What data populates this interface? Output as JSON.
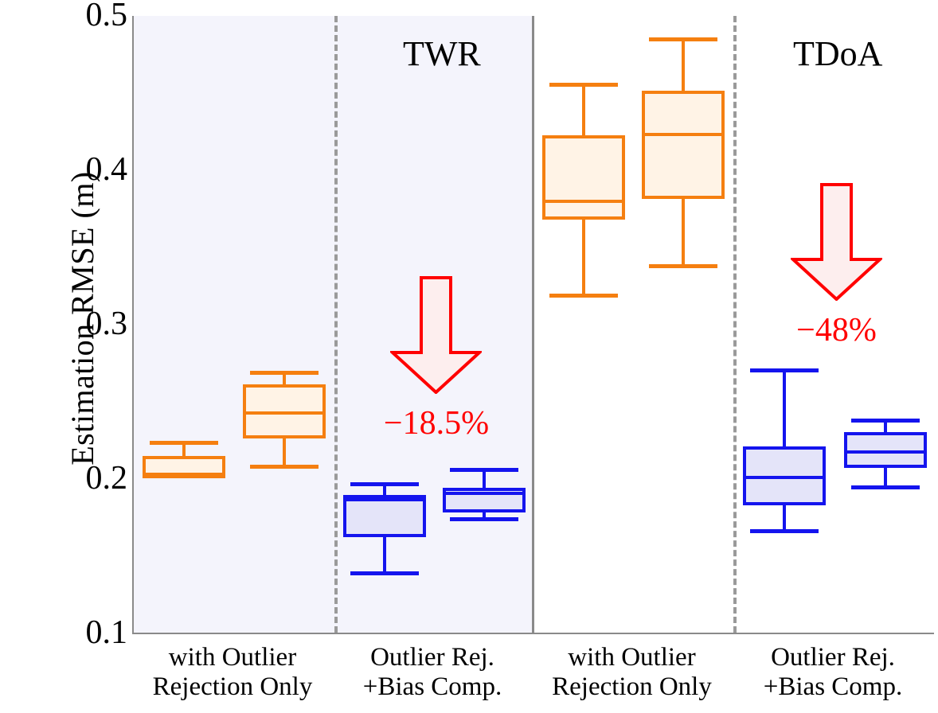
{
  "chart_data": {
    "type": "box",
    "title": "",
    "xlabel": "",
    "ylabel": "Estimation RMSE (m)",
    "ylim": [
      0.1,
      0.5
    ],
    "yticks": [
      "0.5",
      "0.4",
      "0.3",
      "0.2",
      "0.1"
    ],
    "ytick_values": [
      0.5,
      0.4,
      0.3,
      0.2,
      0.1
    ],
    "grid": false,
    "legend": "none",
    "panels": [
      {
        "name": "TWR",
        "label": "TWR",
        "shaded": true,
        "groups": [
          {
            "label_line1": "with Outlier",
            "label_line2": "Rejection Only",
            "boxes": [
              {
                "series": "orange",
                "color": "#f57f10",
                "whisker_low": 0.2095,
                "q1": 0.201,
                "median": 0.2034,
                "q3": 0.2154,
                "whisker_high": 0.224
              },
              {
                "series": "orange",
                "color": "#f57f10",
                "whisker_low": 0.2088,
                "q1": 0.2268,
                "median": 0.2432,
                "q3": 0.2617,
                "whisker_high": 0.2694
              }
            ]
          },
          {
            "label_line1": "Outlier Rej.",
            "label_line2": "+Bias Comp.",
            "boxes": [
              {
                "series": "blue",
                "color": "#1414ee",
                "whisker_low": 0.1397,
                "q1": 0.1628,
                "median": 0.187,
                "q3": 0.19,
                "whisker_high": 0.1973
              },
              {
                "series": "blue",
                "color": "#1414ee",
                "whisker_low": 0.1747,
                "q1": 0.1788,
                "median": 0.1911,
                "q3": 0.1947,
                "whisker_high": 0.2066
              }
            ]
          }
        ],
        "annotation": {
          "arrow": "down-arrow",
          "label": "−18.5%",
          "color": "#ff0000"
        }
      },
      {
        "name": "TDoA",
        "label": "TDoA",
        "shaded": false,
        "groups": [
          {
            "label_line1": "with Outlier",
            "label_line2": "Rejection Only",
            "boxes": [
              {
                "series": "orange",
                "color": "#f57f10",
                "whisker_low": 0.3193,
                "q1": 0.3682,
                "median": 0.38,
                "q3": 0.4228,
                "whisker_high": 0.4557
              },
              {
                "series": "orange",
                "color": "#f57f10",
                "whisker_low": 0.3383,
                "q1": 0.3816,
                "median": 0.4233,
                "q3": 0.4516,
                "whisker_high": 0.4851
              }
            ]
          },
          {
            "label_line1": "Outlier Rej.",
            "label_line2": "+Bias Comp.",
            "boxes": [
              {
                "series": "blue",
                "color": "#1414ee",
                "whisker_low": 0.167,
                "q1": 0.1834,
                "median": 0.2014,
                "q3": 0.2214,
                "whisker_high": 0.2709
              },
              {
                "series": "blue",
                "color": "#1414ee",
                "whisker_low": 0.1952,
                "q1": 0.2076,
                "median": 0.2179,
                "q3": 0.2308,
                "whisker_high": 0.2386
              }
            ]
          }
        ],
        "annotation": {
          "arrow": "down-arrow",
          "label": "−48%",
          "color": "#ff0000"
        }
      }
    ]
  },
  "axis": {
    "y_title": "Estimation RMSE (m)",
    "y_labels": {
      "t0": "0.5",
      "t1": "0.4",
      "t2": "0.3",
      "t3": "0.2",
      "t4": "0.1"
    }
  },
  "panel_labels": {
    "twr": "TWR",
    "tdoa": "TDoA"
  },
  "xticks": {
    "g1_l1": "with Outlier",
    "g1_l2": "Rejection Only",
    "g2_l1": "Outlier Rej.",
    "g2_l2": "+Bias Comp.",
    "g3_l1": "with Outlier",
    "g3_l2": "Rejection Only",
    "g4_l1": "Outlier Rej.",
    "g4_l2": "+Bias Comp."
  },
  "annotations": {
    "twr_reduction": "−18.5%",
    "tdoa_reduction": "−48%"
  },
  "colors": {
    "orange_stroke": "#f57f10",
    "orange_fill": "#fff3e6",
    "blue_stroke": "#1414ee",
    "blue_fill": "#e4e4f9",
    "arrow_stroke": "#ff0000",
    "arrow_fill": "#fdeeee",
    "panel_shade": "#f4f4fc",
    "axis": "#8a8a8a"
  }
}
